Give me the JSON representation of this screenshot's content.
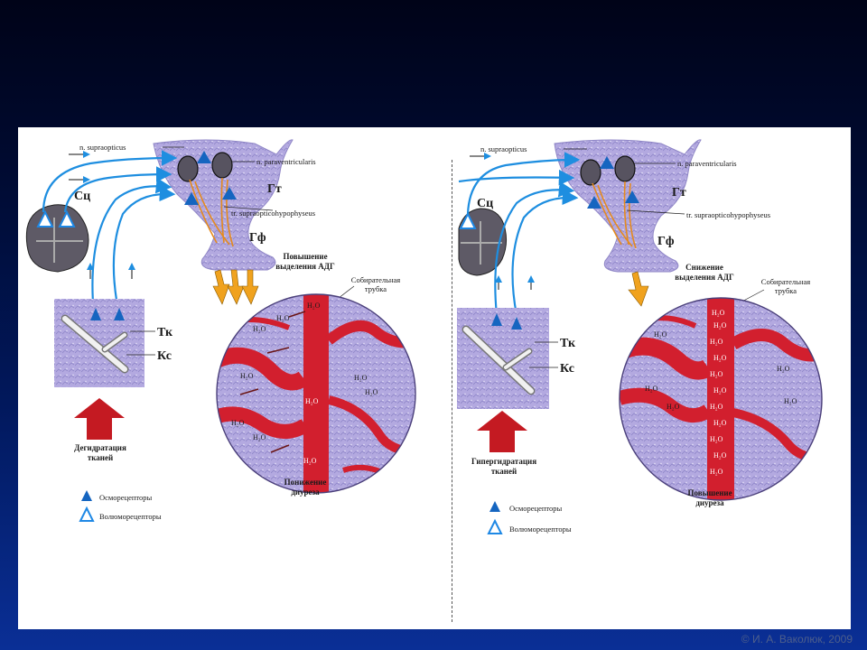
{
  "left": {
    "n_supraopticus": "n. supraopticus",
    "n_paraventricularis": "n. paraventricularis",
    "tract": "tr. supraopticohypophyseus",
    "sc": "Сц",
    "gt": "Гт",
    "gf": "Гф",
    "tk": "Тк",
    "ks": "Кс",
    "adh_line1": "Повышение",
    "adh_line2": "выделения АДГ",
    "duct_line1": "Собирательная",
    "duct_line2": "трубка",
    "state_line1": "Дегидратация",
    "state_line2": "тканей",
    "diuresis_line1": "Понижение",
    "diuresis_line2": "диуреза",
    "legend_osmo": "Осморецепторы",
    "legend_volume": "Волюморецепторы",
    "water": "H₂O"
  },
  "right": {
    "n_supraopticus": "n. supraopticus",
    "n_paraventricularis": "n. paraventricularis",
    "tract": "tr. supraopticohypophyseus",
    "sc": "Сц",
    "gt": "Гт",
    "gf": "Гф",
    "tk": "Тк",
    "ks": "Кс",
    "adh_line1": "Снижение",
    "adh_line2": "выделения АДГ",
    "duct_line1": "Собирательная",
    "duct_line2": "трубка",
    "state_line1": "Гипергидратация",
    "state_line2": "тканей",
    "diuresis_line1": "Повышение",
    "diuresis_line2": "диуреза",
    "legend_osmo": "Осморецепторы",
    "legend_volume": "Волюморецепторы",
    "water": "H₂O"
  },
  "copyright": "© И. А. Ваколюк, 2009",
  "colors": {
    "tissue": "#b0a6dd",
    "vessel": "#d21f2e",
    "nerve": "#1e8ee0",
    "receptor": "#1565c0",
    "arrow_orange": "#f0a21e",
    "state_arrow": "#c41a22"
  }
}
